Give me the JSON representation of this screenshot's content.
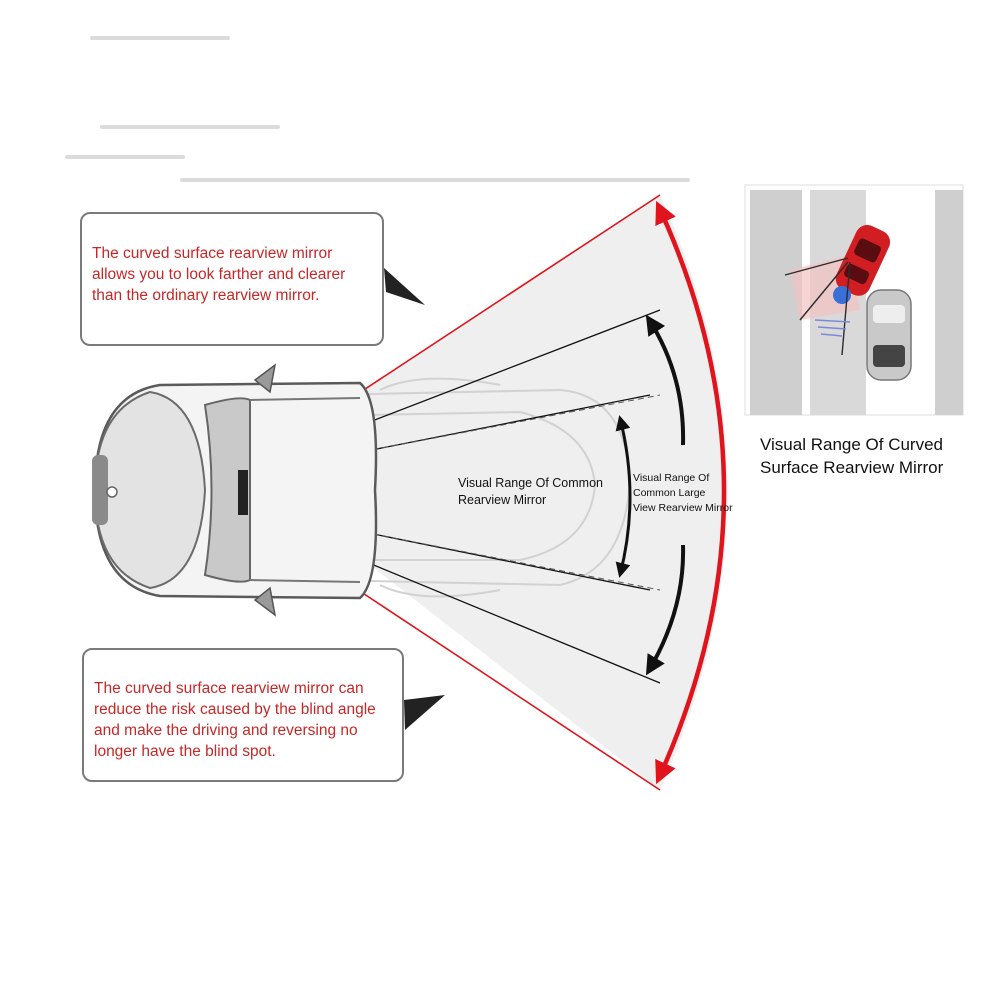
{
  "callouts": {
    "top": "The curved surface rearview mirror\nallows you to look farther and clearer\nthan the ordinary rearview mirror.",
    "bottom": "The curved surface rearview mirror can\nreduce the risk caused by the blind angle\nand make the driving and reversing no\nlonger have the blind spot."
  },
  "labels": {
    "common_mirror": "Visual Range Of Common\nRearview Mirror",
    "large_view_mirror": "Visual Range Of\nCommon Large\nView Rearview Mirror",
    "curved_mirror": "Visual Range Of Curved\nSurface Rearview Mirror"
  },
  "colors": {
    "accent_red": "#e0141c",
    "text_red": "#c62828",
    "fan_fill": "#efefef",
    "border_gray": "#7a7a7a"
  }
}
